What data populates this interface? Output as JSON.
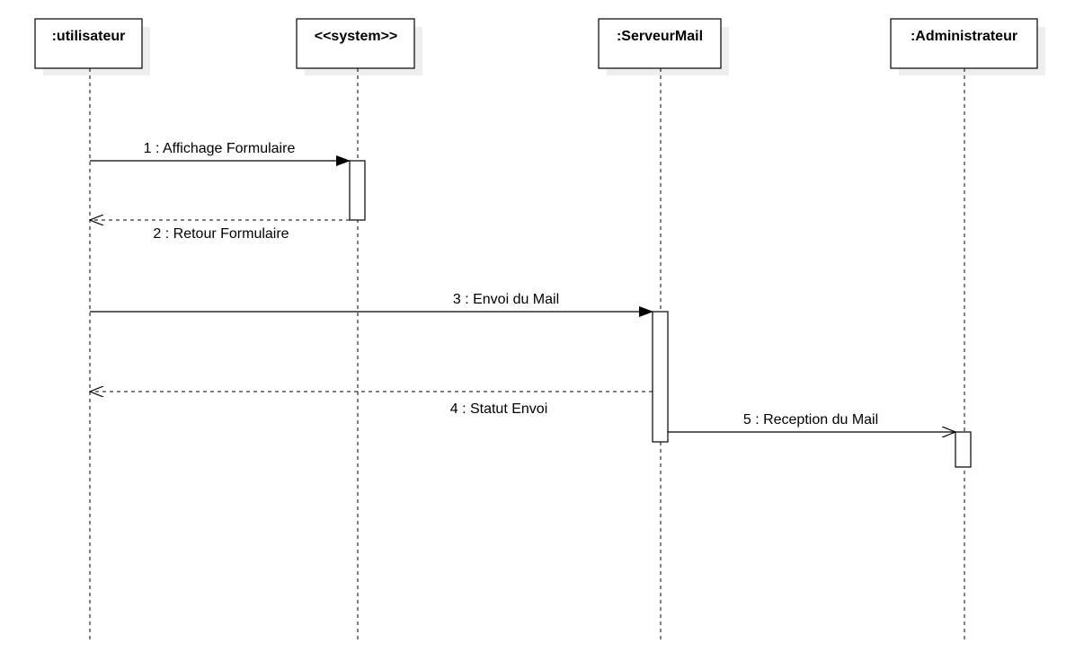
{
  "diagram": {
    "type": "sequence",
    "lifelines": [
      {
        "id": "utilisateur",
        "name": ":utilisateur"
      },
      {
        "id": "system",
        "name": "<<system>>"
      },
      {
        "id": "serveurmail",
        "name": ":ServeurMail"
      },
      {
        "id": "administrateur",
        "name": ":Administrateur"
      }
    ],
    "messages": [
      {
        "label": "1 : Affichage Formulaire",
        "from": "utilisateur",
        "to": "system",
        "kind": "sync"
      },
      {
        "label": "2 : Retour Formulaire",
        "from": "system",
        "to": "utilisateur",
        "kind": "return"
      },
      {
        "label": "3 : Envoi du Mail",
        "from": "utilisateur",
        "to": "serveurmail",
        "kind": "sync"
      },
      {
        "label": "4 : Statut Envoi",
        "from": "serveurmail",
        "to": "utilisateur",
        "kind": "return"
      },
      {
        "label": "5 : Reception du Mail",
        "from": "serveurmail",
        "to": "administrateur",
        "kind": "async"
      }
    ]
  }
}
